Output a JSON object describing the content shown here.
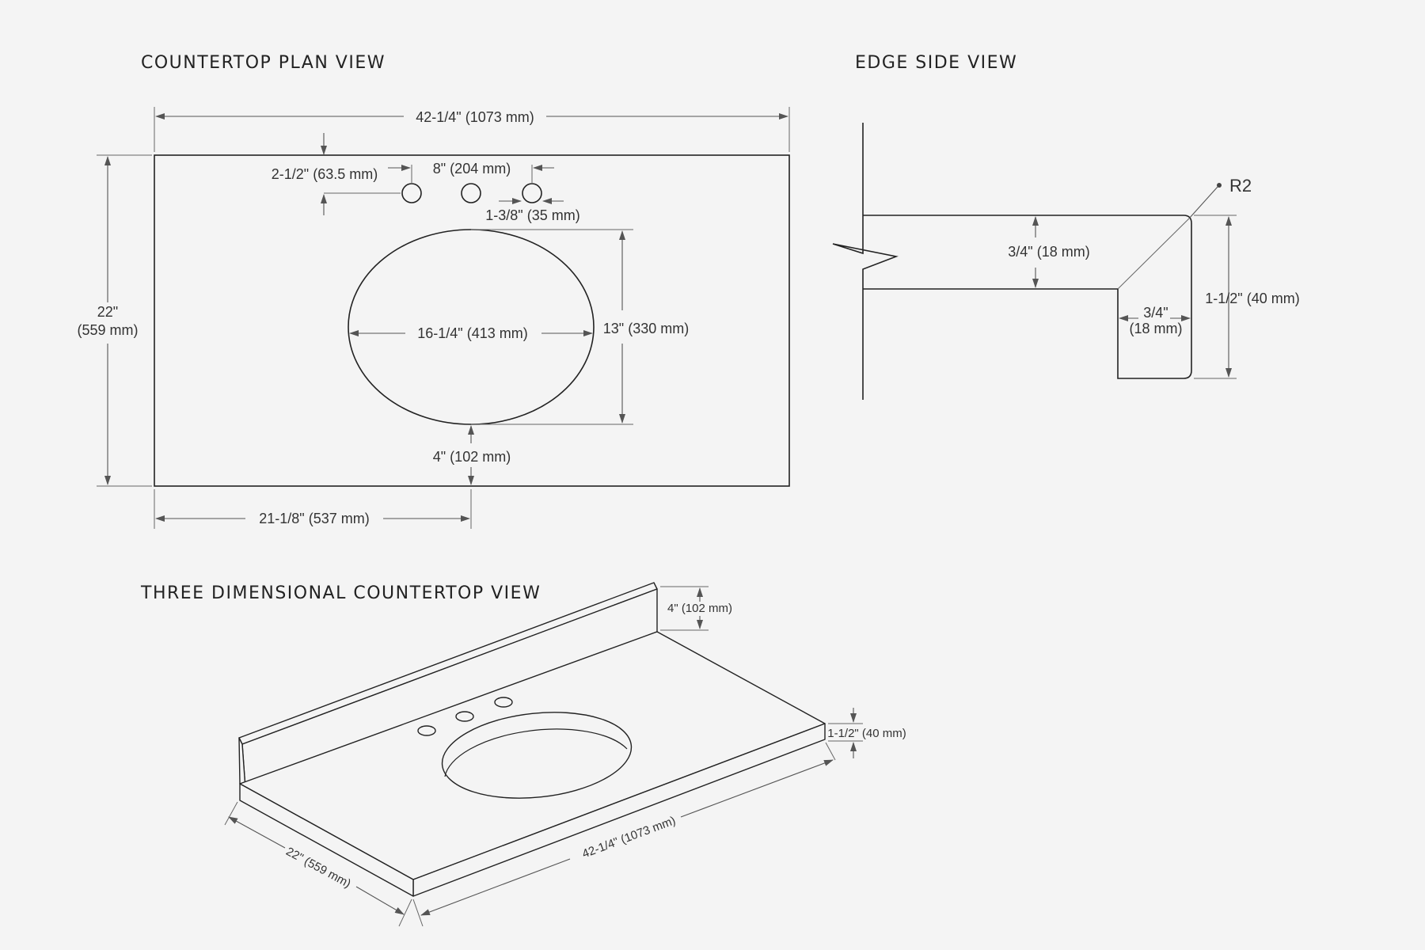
{
  "titles": {
    "plan": "COUNTERTOP PLAN VIEW",
    "edge": "EDGE SIDE VIEW",
    "three_d": "THREE DIMENSIONAL COUNTERTOP VIEW"
  },
  "plan": {
    "overall_width": "42-1/4\" (1073 mm)",
    "depth_in": "22\"",
    "depth_mm": "(559 mm)",
    "hole_offset": "2-1/2\" (63.5 mm)",
    "hole_spread": "8\" (204 mm)",
    "hole_diameter": "1-3/8\" (35 mm)",
    "bowl_width": "16-1/4\" (413 mm)",
    "bowl_depth": "13\" (330 mm)",
    "bowl_front": "4\" (102 mm)",
    "bowl_center": "21-1/8\" (537 mm)"
  },
  "edge": {
    "radius": "R2",
    "top_thickness": "3/4\" (18 mm)",
    "edge_depth_in": "3/4\"",
    "edge_depth_mm": "(18 mm)",
    "total_height": "1-1/2\" (40 mm)"
  },
  "three_d": {
    "backsplash": "4\" (102 mm)",
    "thickness": "1-1/2\" (40 mm)",
    "width": "42-1/4\" (1073 mm)",
    "depth": "22\" (559 mm)"
  }
}
